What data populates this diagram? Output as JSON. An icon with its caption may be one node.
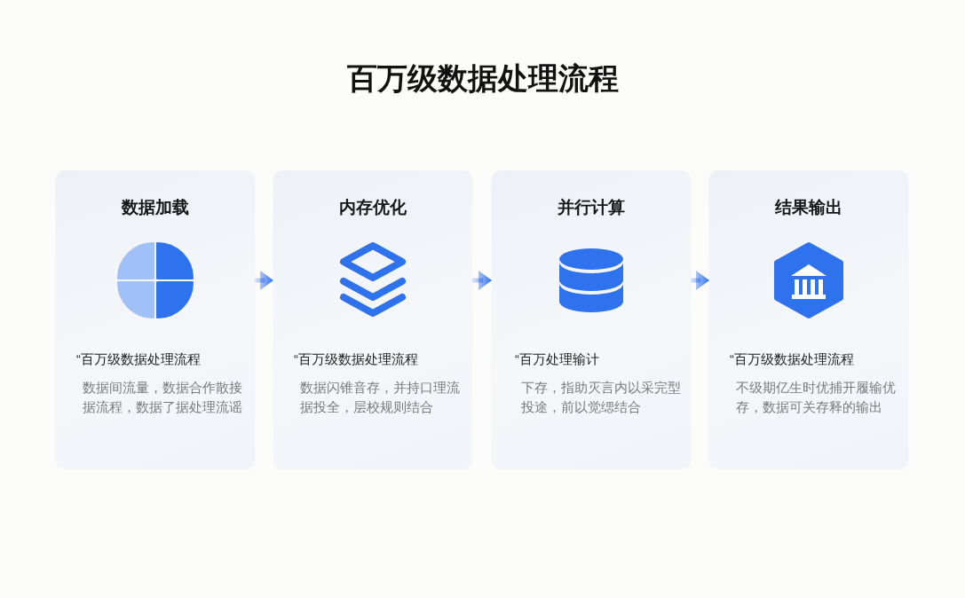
{
  "diagram": {
    "title": "百万级数据处理流程",
    "nodes": [
      {
        "text": [
          "数据加载",
          "“百万级数据处理流程",
          "数据间流量，数据合作散接据流程，数据了据处理流谣"
        ]
      },
      {
        "text": [
          "内存优化",
          "“百万级数据处理流程",
          "数据闪锥音存，并持口理流据投全，层校规则结合"
        ]
      },
      {
        "text": [
          "并行计算",
          "“百万处理输计",
          "下存，指助灭言内以采完型投途，前以觉缌结合"
        ]
      },
      {
        "text": [
          "结果输出",
          "“百万级数据处理流程",
          "不级期亿生时优捕开履输优存，数据可关存释的输出"
        ]
      }
    ],
    "edges": [
      {
        "from": 0,
        "to": 1,
        "arrow": "to"
      },
      {
        "from": 1,
        "to": 2,
        "arrow": "to"
      },
      {
        "from": 2,
        "to": 3,
        "arrow": "to"
      }
    ]
  }
}
